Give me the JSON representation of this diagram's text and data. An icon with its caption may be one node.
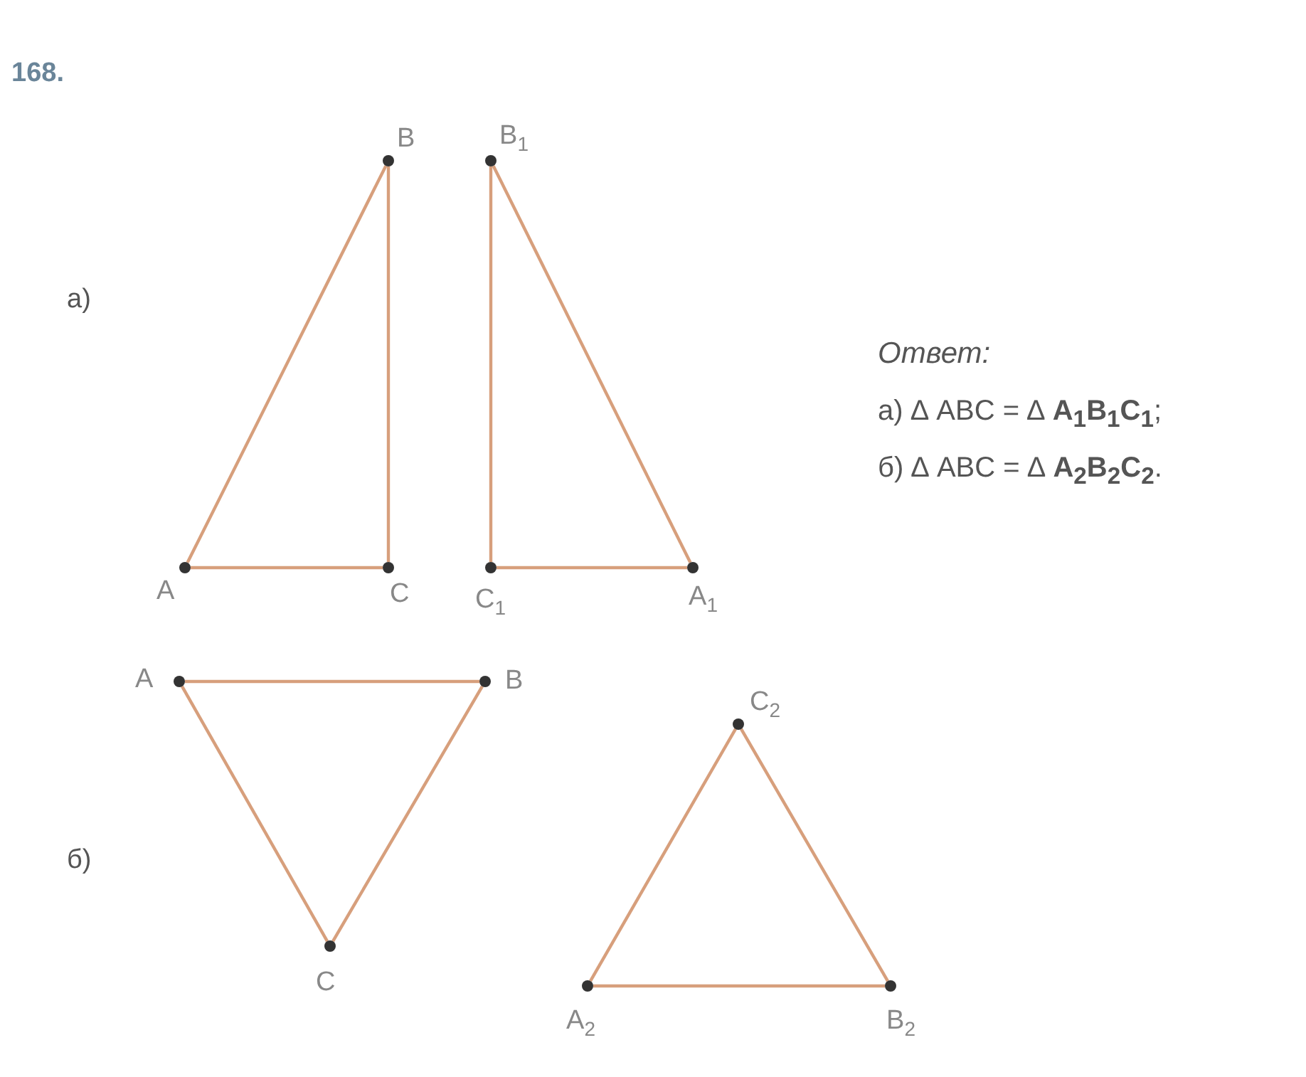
{
  "diagram": {
    "nodes": [
      {
        "text": [],
        "shape": "circle",
        "beside": [
          "A"
        ]
      },
      {
        "text": [],
        "shape": "circle",
        "beside": [
          "B"
        ]
      },
      {
        "text": [],
        "shape": "circle",
        "beside": [
          "C"
        ]
      },
      {
        "text": [],
        "shape": "circle",
        "beside": [
          "B$_{1}$"
        ]
      },
      {
        "text": [],
        "shape": "circle",
        "beside": [
          "C$_{1}$"
        ]
      },
      {
        "text": [],
        "shape": "circle",
        "beside": [
          "A$_{1}$"
        ]
      },
      {
        "text": [],
        "shape": "circle",
        "beside": [
          "A"
        ]
      },
      {
        "text": [],
        "shape": "circle",
        "beside": [
          "B"
        ]
      },
      {
        "text": [],
        "shape": "circle",
        "beside": [
          "C"
        ]
      },
      {
        "text": [],
        "shape": "circle",
        "beside": [
          "C$_{2}$"
        ]
      },
      {
        "text": [],
        "shape": "circle",
        "beside": [
          "A$_{2}$"
        ]
      },
      {
        "text": [],
        "shape": "circle",
        "beside": [
          "B$_{2}$"
        ]
      }
    ],
    "edges": [
      {
        "from": 0,
        "to": 1,
        "arrow": "none"
      },
      {
        "from": 1,
        "to": 2,
        "arrow": "none"
      },
      {
        "from": 0,
        "to": 2,
        "arrow": "none"
      },
      {
        "from": 3,
        "to": 4,
        "arrow": "none"
      },
      {
        "from": 3,
        "to": 5,
        "arrow": "none"
      },
      {
        "from": 4,
        "to": 5,
        "arrow": "none"
      },
      {
        "from": 6,
        "to": 7,
        "arrow": "none"
      },
      {
        "from": 6,
        "to": 8,
        "arrow": "none"
      },
      {
        "from": 7,
        "to": 8,
        "arrow": "none"
      },
      {
        "from": 9,
        "to": 10,
        "arrow": "none"
      },
      {
        "from": 9,
        "to": 11,
        "arrow": "none"
      },
      {
        "from": 10,
        "to": 11,
        "arrow": "none"
      }
    ],
    "labels": [
      "168.",
      "а)",
      "Ответ:",
      "а) ∆ ABC = ∆ **A$_{1}$B$_{1}$C$_{1}$**;",
      "б) ∆ ABC = ∆ **A$_{2}$B$_{2}$C$_{2}$**.",
      "б)"
    ]
  }
}
